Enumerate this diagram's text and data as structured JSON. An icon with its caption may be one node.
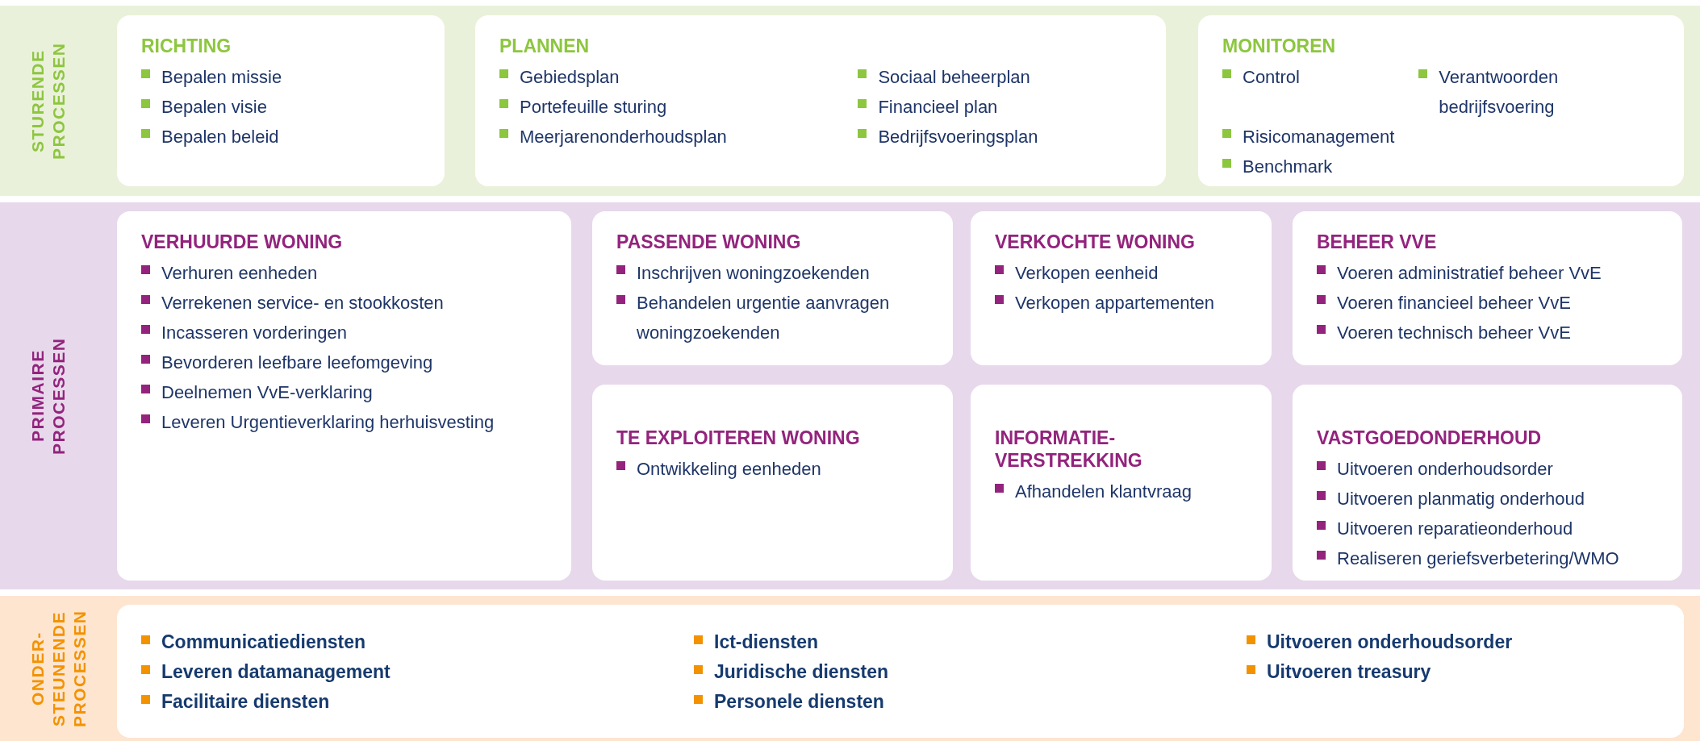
{
  "diagram": {
    "nodes": [
      {
        "text": [
          "STURENDE PROCESSEN"
        ]
      },
      {
        "text": [
          "RICHTING",
          "Bepalen missie",
          "Bepalen visie",
          "Bepalen beleid"
        ],
        "in": 0
      },
      {
        "text": [
          "PLANNEN",
          "Gebiedsplan",
          "Portefeuille sturing",
          "Meerjarenonderhoudsplan",
          "Sociaal beheerplan",
          "Financieel plan",
          "Bedrijfsvoeringsplan"
        ],
        "in": 0
      },
      {
        "text": [
          "MONITOREN",
          "Control",
          "Risicomanagement",
          "Benchmark",
          "Verantwoorden bedrijfsvoering"
        ],
        "in": 0
      },
      {
        "text": [
          "PRIMAIRE PROCESSEN"
        ]
      },
      {
        "text": [
          "VERHUURDE WONING",
          "Verhuren eenheden",
          "Verrekenen service- en stookkosten",
          "Incasseren vorderingen",
          "Bevorderen leefbare leefomgeving",
          "Deelnemen VvE-verklaring",
          "Leveren Urgentieverklaring herhuisvesting"
        ],
        "in": 4
      },
      {
        "text": [
          "PASSENDE WONING",
          "Inschrijven woningzoekenden",
          "Behandelen urgentie aanvragen woningzoekenden"
        ],
        "in": 4
      },
      {
        "text": [
          "VERKOCHTE WONING",
          "Verkopen eenheid",
          "Verkopen appartementen"
        ],
        "in": 4
      },
      {
        "text": [
          "BEHEER VVE",
          "Voeren administratief beheer VvE",
          "Voeren financieel beheer VvE",
          "Voeren technisch beheer VvE"
        ],
        "in": 4
      },
      {
        "text": [
          "TE EXPLOITEREN WONING",
          "Ontwikkeling eenheden"
        ],
        "in": 4
      },
      {
        "text": [
          "INFORMATIE- VERSTREKKING",
          "Afhandelen klantvraag"
        ],
        "in": 4
      },
      {
        "text": [
          "VASTGOEDONDERHOUD",
          "Uitvoeren onderhoudsorder",
          "Uitvoeren planmatig onderhoud",
          "Uitvoeren reparatieonderhoud",
          "Realiseren geriefsverbetering/WMO"
        ],
        "in": 4
      },
      {
        "text": [
          "ONDER- STEUNENDE PROCESSEN"
        ]
      },
      {
        "text": [
          "Communicatiediensten",
          "Leveren datamanagement",
          "Facilitaire diensten",
          "Ict-diensten",
          "Juridische diensten",
          "Personele diensten",
          "Uitvoeren onderhoudsorder",
          "Uitvoeren treasury"
        ],
        "in": 12
      }
    ]
  }
}
